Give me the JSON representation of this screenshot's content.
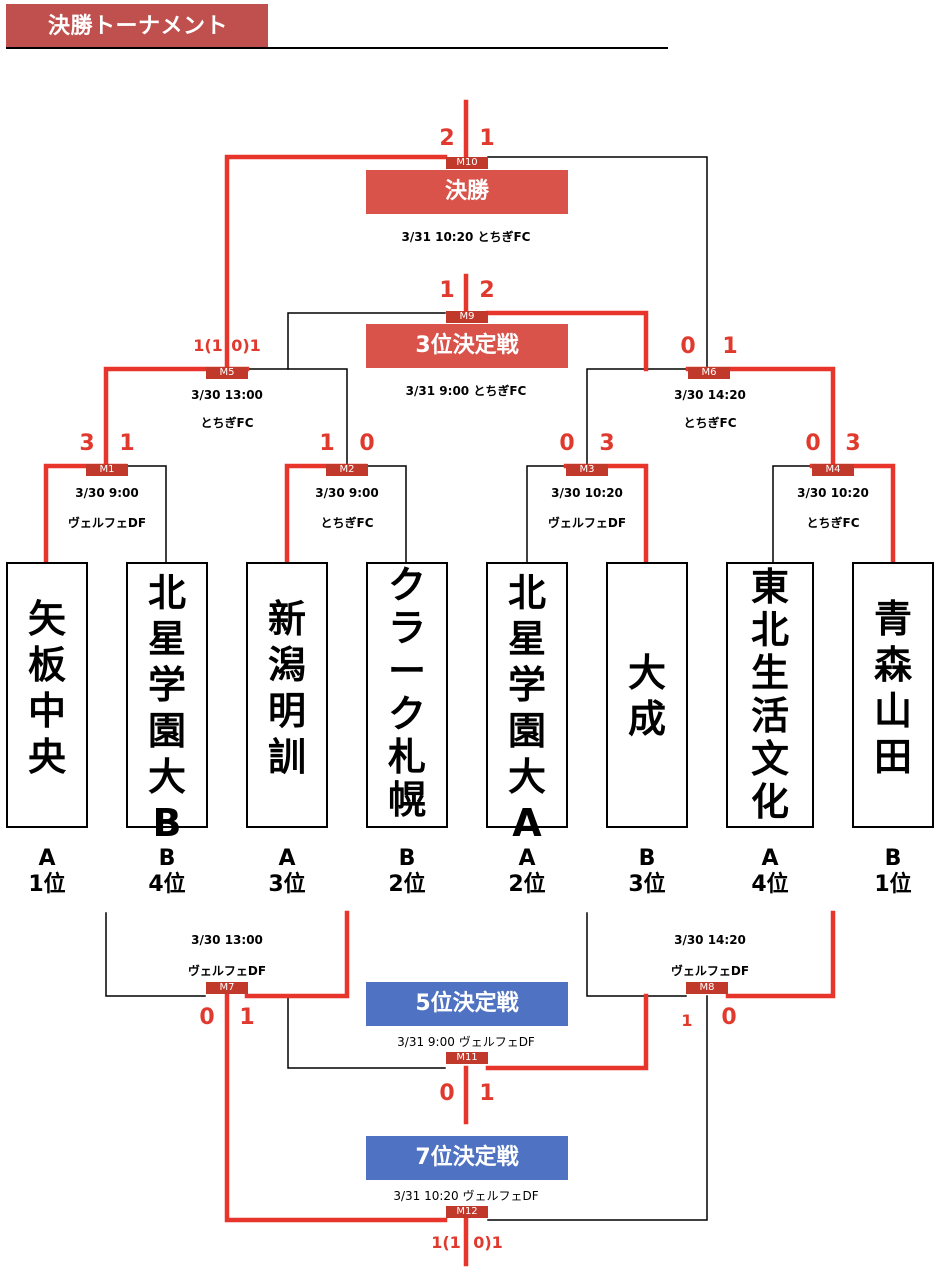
{
  "header": {
    "title": "決勝トーナメント"
  },
  "colors": {
    "winner_line": "#e8352b",
    "loser_line": "#000000",
    "banner_red": "#d9534a",
    "banner_blue": "#4f73c2",
    "match_label": "#c0392b"
  },
  "teams": [
    {
      "name": "矢板中央",
      "group": "A",
      "rank": "1位"
    },
    {
      "name": "北星学園大B",
      "group": "B",
      "rank": "4位"
    },
    {
      "name": "新潟明訓",
      "group": "A",
      "rank": "3位"
    },
    {
      "name": "クラーク札幌",
      "group": "B",
      "rank": "2位"
    },
    {
      "name": "北星学園大A",
      "group": "A",
      "rank": "2位"
    },
    {
      "name": "大成",
      "group": "B",
      "rank": "3位"
    },
    {
      "name": "東北生活文化",
      "group": "A",
      "rank": "4位"
    },
    {
      "name": "青森山田",
      "group": "B",
      "rank": "1位"
    }
  ],
  "banners": {
    "final": "決勝",
    "third": "3位決定戦",
    "fifth": "5位決定戦",
    "seventh": "7位決定戦"
  },
  "matches": {
    "M1": {
      "label": "M1",
      "date": "3/30  9:00",
      "venue": "ヴェルフェDF",
      "score_left": "3",
      "score_right": "1"
    },
    "M2": {
      "label": "M2",
      "date": "3/30  9:00",
      "venue": "とちぎFC",
      "score_left": "1",
      "score_right": "0"
    },
    "M3": {
      "label": "M3",
      "date": "3/30  10:20",
      "venue": "ヴェルフェDF",
      "score_left": "0",
      "score_right": "3"
    },
    "M4": {
      "label": "M4",
      "date": "3/30  10:20",
      "venue": "とちぎFC",
      "score_left": "0",
      "score_right": "3"
    },
    "M5": {
      "label": "M5",
      "date": "3/30 13:00",
      "venue": "とちぎFC",
      "score_left": "1(1",
      "score_right": "0)1"
    },
    "M6": {
      "label": "M6",
      "date": "3/30 14:20",
      "venue": "とちぎFC",
      "score_left": "0",
      "score_right": "1"
    },
    "M7": {
      "label": "M7",
      "date": "3/30 13:00",
      "venue": "ヴェルフェDF",
      "score_left": "0",
      "score_right": "1"
    },
    "M8": {
      "label": "M8",
      "date": "3/30 14:20",
      "venue": "ヴェルフェDF",
      "score_left": "1",
      "score_right": "0"
    },
    "M9": {
      "label": "M9",
      "info": "3/31 9:00 とちぎFC",
      "score_left": "1",
      "score_right": "2"
    },
    "M10": {
      "label": "M10",
      "info": "3/31 10:20 とちぎFC",
      "score_left": "2",
      "score_right": "1"
    },
    "M11": {
      "label": "M11",
      "info": "3/31 9:00 ヴェルフェDF",
      "score_left": "0",
      "score_right": "1"
    },
    "M12": {
      "label": "M12",
      "info": "3/31 10:20 ヴェルフェDF",
      "score_left": "1(1",
      "score_right": "0)1"
    }
  }
}
